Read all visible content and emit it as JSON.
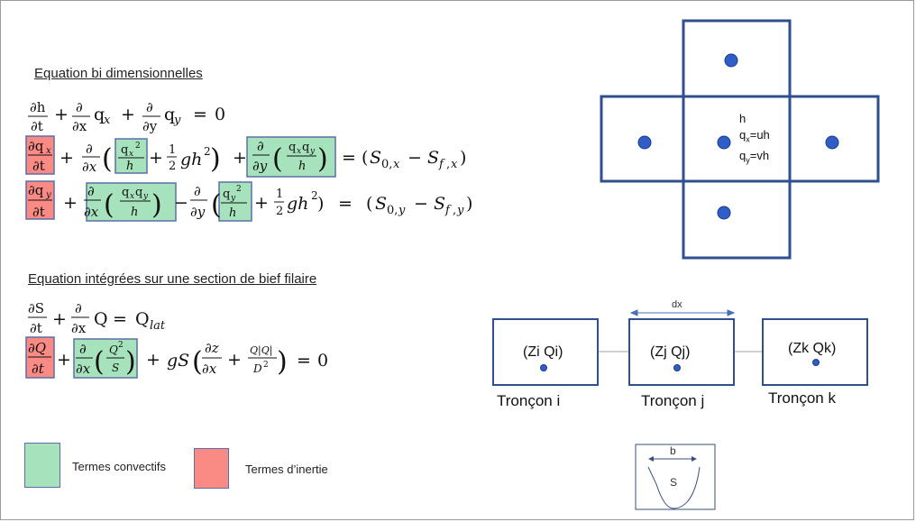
{
  "section1": {
    "heading": "Equation bi dimensionnelles"
  },
  "section2": {
    "heading": "Equation intégrées  sur une section de bief filaire"
  },
  "legend": {
    "convective_label": "Termes convectifs",
    "convective_color": "#a6e3bd",
    "inertia_label": "Termes d’inertie",
    "inertia_color": "#f98a84"
  },
  "grid": {
    "line_color": "#2f4f8f",
    "dot_color": "#2e5ec6",
    "center_h": "h",
    "center_qx_base": "q",
    "center_qx_sub": "x",
    "center_qx_rest": "=uh",
    "center_qy_base": "q",
    "center_qy_sub": "y",
    "center_qy_rest": "=vh"
  },
  "reaches": {
    "dx_label": "dx",
    "nodes": [
      {
        "label": "(Zi  Qi)",
        "name": "Tronçon i"
      },
      {
        "label": "(Zj  Qj)",
        "name": "Tronçon j"
      },
      {
        "label": "(Zk  Qk)",
        "name": "Tronçon k"
      }
    ]
  },
  "section_sketch": {
    "b_label": "b",
    "s_label": "S"
  }
}
